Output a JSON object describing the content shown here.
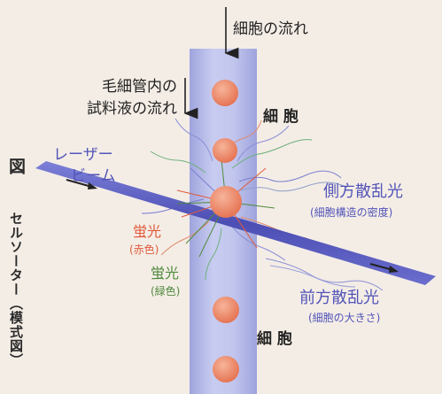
{
  "figure_number": "図",
  "figure_caption": "セルソーター（模式図）",
  "labels": {
    "cell_flow": "細胞の流れ",
    "sample_flow_line1": "毛細管内の",
    "sample_flow_line2": "試料液の流れ",
    "cell_top": "細 胞",
    "cell_bottom": "細 胞",
    "laser_line1": "レーザー",
    "laser_line2": "ビーム",
    "side_scatter": "側方散乱光",
    "side_scatter_note": "(細胞構造の密度)",
    "forward_scatter": "前方散乱光",
    "forward_scatter_note": "(細胞の大きさ)",
    "fluor_red": "蛍光",
    "fluor_red_note": "(赤色)",
    "fluor_green": "蛍光",
    "fluor_green_note": "(緑色)"
  },
  "colors": {
    "background": "#f4ede6",
    "tube": "#b9bde8",
    "laser": "#5a5cc0",
    "cell": "#ee8a6a",
    "text_blue": "#5254b8",
    "text_red": "#e05a3a",
    "text_green": "#4f8a3c",
    "text_dark": "#222222"
  }
}
